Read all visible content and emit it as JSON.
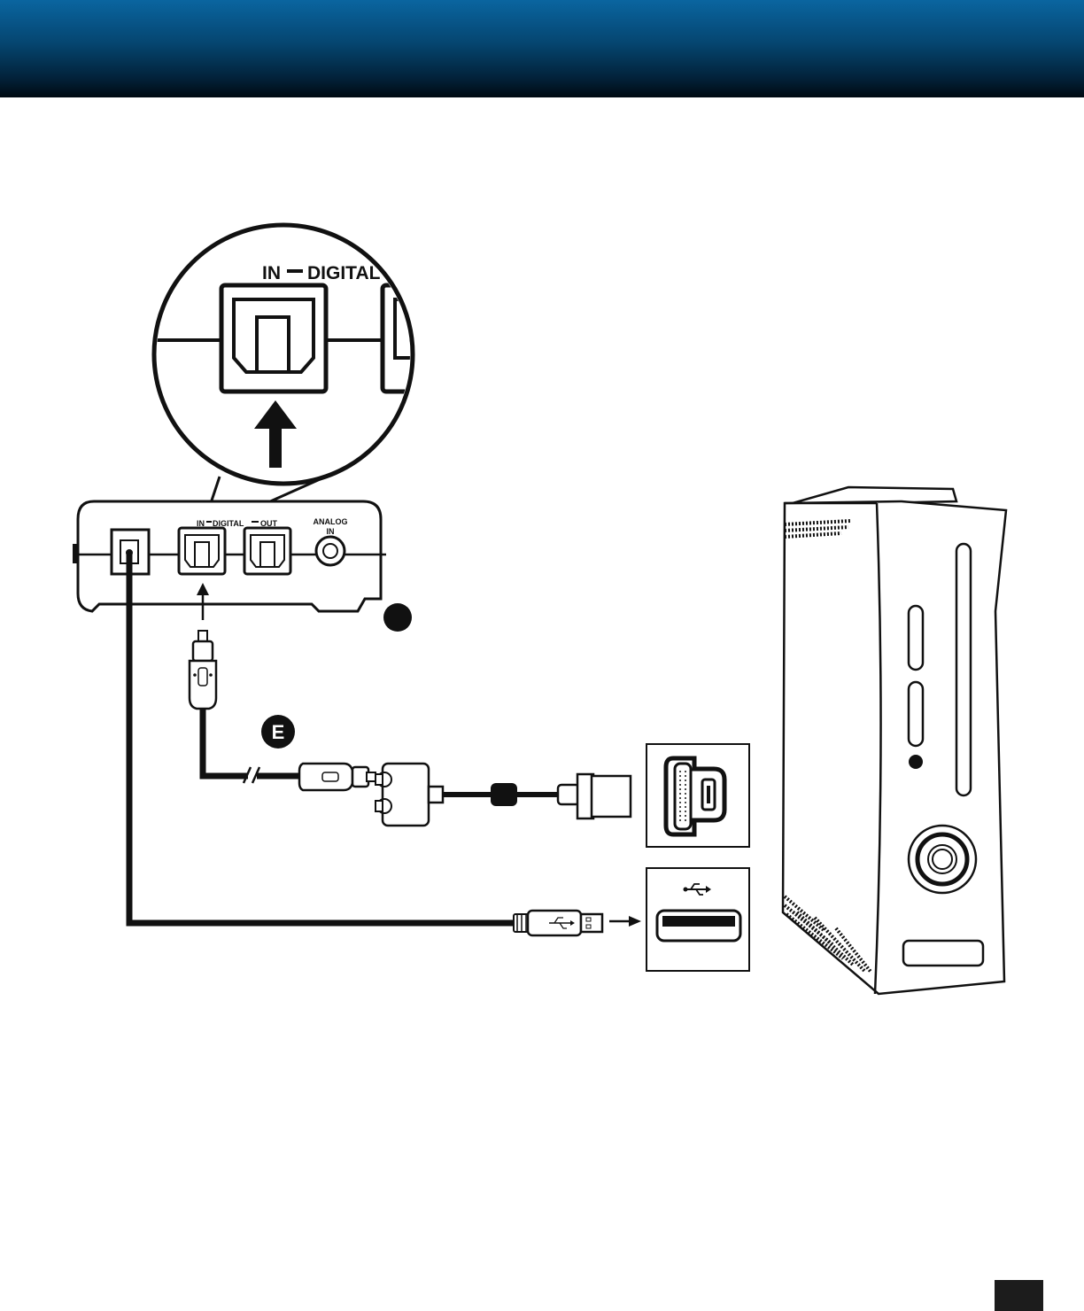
{
  "header": {
    "color_top": "#0a65a0",
    "color_bottom": "#000a12"
  },
  "callout": {
    "label_in": "IN",
    "label_digital": "DIGITAL"
  },
  "transmitter": {
    "label_in": "IN",
    "label_digital": "DIGITAL",
    "label_out": "OUT",
    "label_analog": "ANALOG",
    "label_analog_in": "IN"
  },
  "step_badge": {
    "letter": "E"
  },
  "icons": {
    "usb_symbol": "usb-icon",
    "arrow": "arrow-icon",
    "cable_break": "cable-break-icon"
  },
  "footer": {
    "page_tab_color": "#1c1c1c"
  }
}
